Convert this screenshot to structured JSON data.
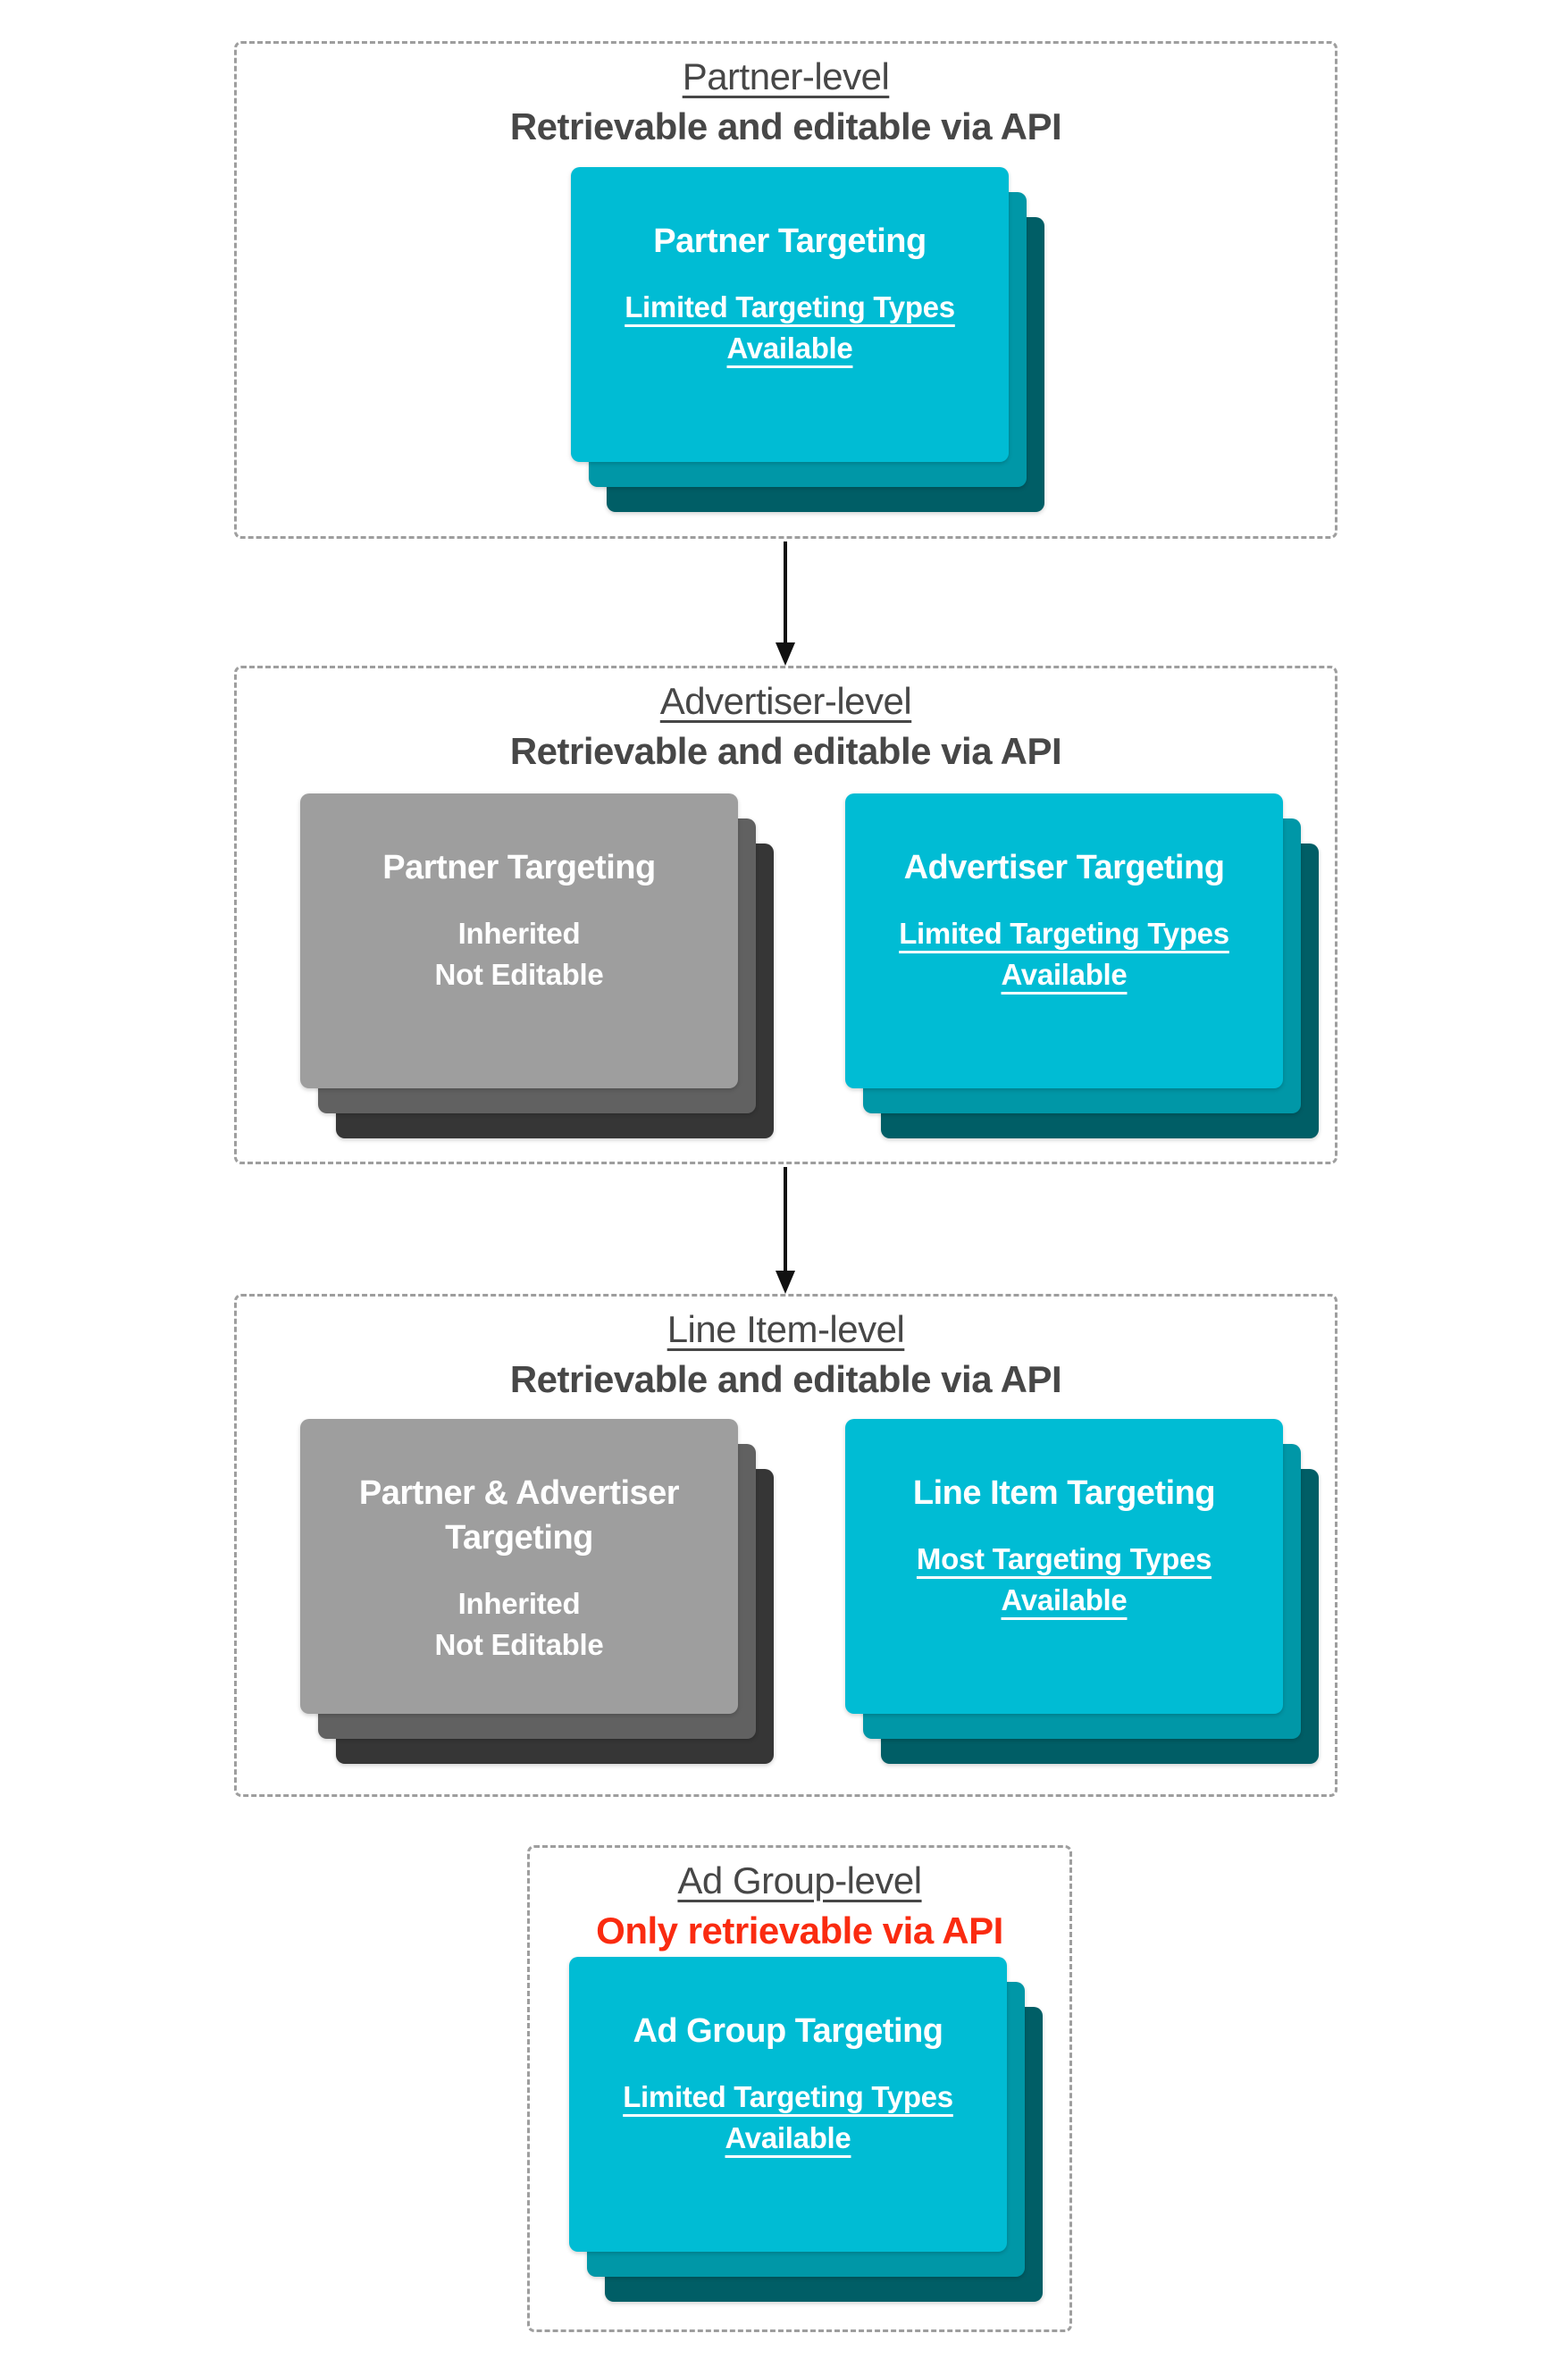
{
  "palette": {
    "card_cyan": "#00BCD4",
    "card_cyan_shadow1": "#0097A7",
    "card_cyan_shadow2": "#005E66",
    "card_gray": "#9E9E9E",
    "card_gray_shadow1": "#616161",
    "card_gray_shadow2": "#363636",
    "title_text": "#474747",
    "alert_red": "#fa2b10",
    "dashed_border": "#9e9e9e",
    "arrow_black": "#111111",
    "card_text": "#ffffff"
  },
  "sections": [
    {
      "id": "partner-level",
      "title": "Partner-level",
      "subtitle": "Retrievable and editable via API",
      "cards": [
        {
          "variant": "cyan",
          "heading": "Partner Targeting",
          "lines": [
            "Limited Targeting Types",
            "Available"
          ],
          "underlined": true
        }
      ]
    },
    {
      "id": "advertiser-level",
      "title": "Advertiser-level",
      "subtitle": "Retrievable and editable via API",
      "cards": [
        {
          "variant": "gray",
          "heading": "Partner Targeting",
          "lines": [
            "Inherited",
            "Not Editable"
          ],
          "underlined": false
        },
        {
          "variant": "cyan",
          "heading": "Advertiser Targeting",
          "lines": [
            "Limited Targeting Types",
            "Available"
          ],
          "underlined": true
        }
      ]
    },
    {
      "id": "line-item-level",
      "title": "Line Item-level",
      "subtitle": "Retrievable and editable via API",
      "cards": [
        {
          "variant": "gray",
          "heading": "Partner & Advertiser Targeting",
          "lines": [
            "Inherited",
            "Not Editable"
          ],
          "underlined": false
        },
        {
          "variant": "cyan",
          "heading": "Line Item Targeting",
          "lines": [
            "Most Targeting Types",
            "Available"
          ],
          "underlined": true
        }
      ]
    },
    {
      "id": "ad-group-level",
      "title": "Ad Group-level",
      "subtitle": "Only retrievable via API",
      "subtitle_is_red": true,
      "cards": [
        {
          "variant": "cyan",
          "heading": "Ad Group Targeting",
          "lines": [
            "Limited Targeting Types",
            "Available"
          ],
          "underlined": true
        }
      ]
    }
  ],
  "arrows": [
    {
      "from": "partner-level",
      "to": "advertiser-level"
    },
    {
      "from": "advertiser-level",
      "to": "line-item-level"
    }
  ]
}
